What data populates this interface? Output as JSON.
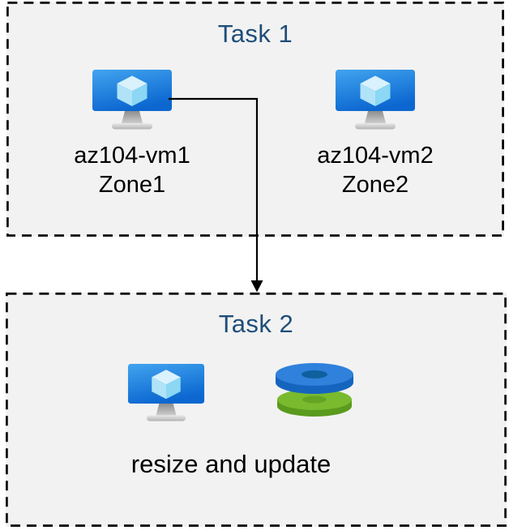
{
  "task1": {
    "title": "Task 1",
    "vms": [
      {
        "name": "az104-vm1",
        "zone": "Zone1",
        "icon": "virtual-machine-icon"
      },
      {
        "name": "az104-vm2",
        "zone": "Zone2",
        "icon": "virtual-machine-icon"
      }
    ]
  },
  "task2": {
    "title": "Task 2",
    "caption": "resize and update",
    "icons": [
      "virtual-machine-icon",
      "managed-disks-icon"
    ]
  },
  "connector": {
    "from": "az104-vm1",
    "to": "Task 2",
    "style": "elbow-arrow-down"
  },
  "colors": {
    "title": "#1f4e79",
    "label": "#000000",
    "box_fill": "#f2f2f2",
    "box_border": "#000000",
    "arrow": "#000000",
    "vm_screen_top": "#41a4ef",
    "vm_screen_bottom": "#0c67d0",
    "cube_top": "#d9f2fc",
    "cube_left": "#b0e3f7",
    "cube_right": "#8bd7f4",
    "disk_blue": "#2f81dc",
    "disk_blue_dark": "#1565be",
    "disk_blue_hole": "#0f609e",
    "disk_green": "#7aba2e",
    "disk_green_dark": "#5a9a1d",
    "disk_green_hole": "#64a423"
  }
}
